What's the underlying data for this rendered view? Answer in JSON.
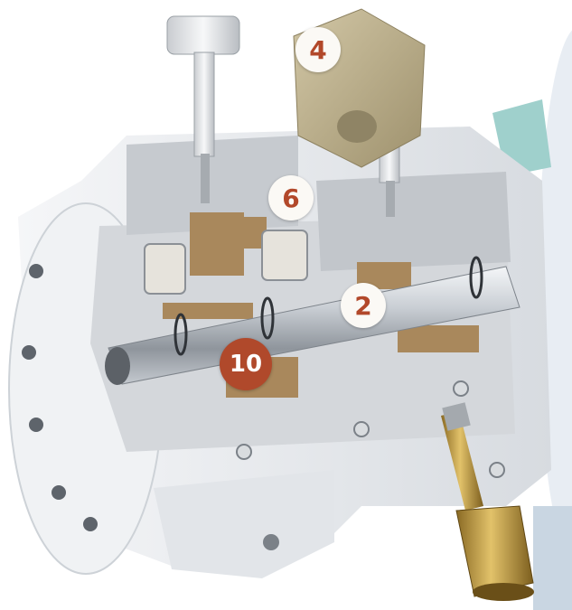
{
  "callouts": {
    "c4": {
      "label": "4"
    },
    "c6": {
      "label": "6"
    },
    "c2": {
      "label": "2"
    },
    "c10": {
      "label": "10"
    }
  },
  "colors": {
    "background": "#ffffff",
    "housing": "#e9ebee",
    "housing_shadow": "#bfc4ca",
    "cut_face": "#d4d7db",
    "cut_dark": "#8b9096",
    "shaft": "#b5bbc2",
    "bronze": "#a9885c",
    "brass_fitting": "#b8923a",
    "actuator_khaki": "#bfb28f",
    "teal_part": "#9fd0cc",
    "callout_light_bg": "#fbf9f5",
    "callout_text": "#b2482a",
    "callout_dark_bg": "#b0492b",
    "callout_dark_text": "#ffffff"
  },
  "icons": {
    "knob_left": "knob-icon",
    "knob_right": "knob-icon",
    "fitting": "brass-fitting-icon"
  }
}
